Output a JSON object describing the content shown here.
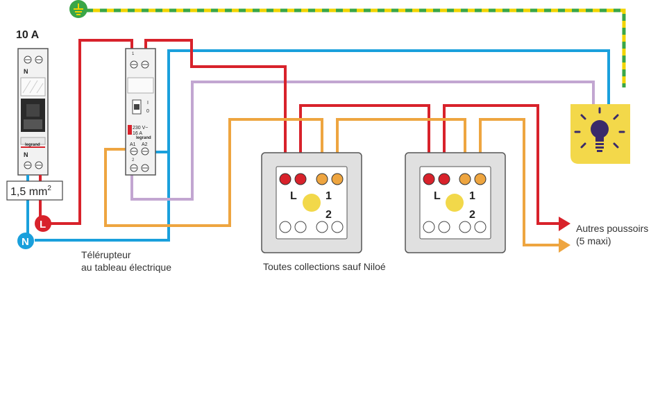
{
  "breaker": {
    "rating": "10 A",
    "top_label": "N",
    "bottom_label": "N",
    "brand": "legrand"
  },
  "cable": {
    "section": "1,5 mm",
    "section_sup": "2"
  },
  "terminals": {
    "phase": "L",
    "neutral": "N"
  },
  "relay": {
    "brand": "legrand",
    "rating_line1": "230 V~",
    "rating_line2": "16 A",
    "pin_top": "1",
    "pin_bottom": "2",
    "coil_a1": "A1",
    "coil_a2": "A2",
    "position_on": "I",
    "position_off": "0"
  },
  "relay_caption": {
    "line1": "Télérupteur",
    "line2": "au tableau électrique"
  },
  "pushbutton_1": {
    "label_l": "L",
    "label_1": "1",
    "label_2": "2"
  },
  "pushbutton_2": {
    "label_l": "L",
    "label_1": "1",
    "label_2": "2"
  },
  "pushbuttons_caption": "Toutes collections sauf Niloé",
  "other_buttons": {
    "line1": "Autres poussoirs",
    "line2": "(5 maxi)"
  },
  "colors": {
    "phase": "#d8222b",
    "neutral": "#1aa0dc",
    "earth_yellow": "#f2d400",
    "earth_green": "#3aa647",
    "return": "#eea540",
    "control": "#c2a6d1",
    "lamp_bg": "#f3d84a",
    "lamp_bulb": "#3a2a6a",
    "plate": "#e0e0e0"
  },
  "icons": [
    "earth-icon",
    "lamp-icon"
  ]
}
